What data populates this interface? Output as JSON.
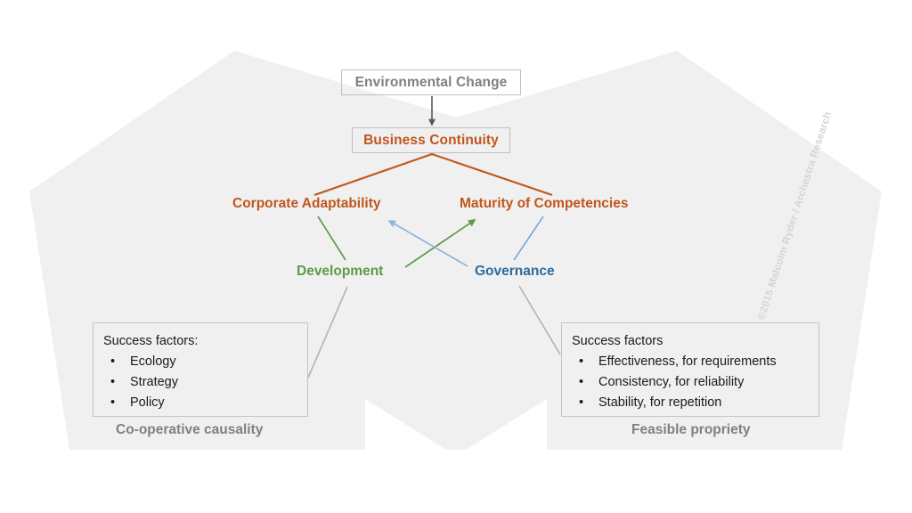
{
  "diagram": {
    "title": "Business Continuity causal model",
    "colors": {
      "orange": "#C0561E",
      "green": "#5E9B47",
      "blue": "#2E6C9E",
      "gray_text": "#808080",
      "gray_line": "#b3b3b3",
      "arrow_blue": "#8FB4DC",
      "zone_fill": "#F0F0F0",
      "box_border": "#bfbfbf",
      "watermark": "#d4d4d4"
    },
    "nodes": {
      "environmental_change": "Environmental Change",
      "business_continuity": "Business Continuity",
      "corporate_adaptability": "Corporate Adaptability",
      "maturity_of_competencies": "Maturity of Competencies",
      "development": "Development",
      "governance": "Governance"
    },
    "zones": {
      "left_caption": "Co-operative causality",
      "right_caption": "Feasible propriety"
    },
    "success_left": {
      "title": "Success factors:",
      "items": [
        "Ecology",
        "Strategy",
        "Policy"
      ]
    },
    "success_right": {
      "title": "Success factors",
      "items": [
        "Effectiveness, for requirements",
        "Consistency, for reliability",
        "Stability, for repetition"
      ]
    },
    "watermark": "©2015 Malcolm Ryder / Archestra Research"
  }
}
